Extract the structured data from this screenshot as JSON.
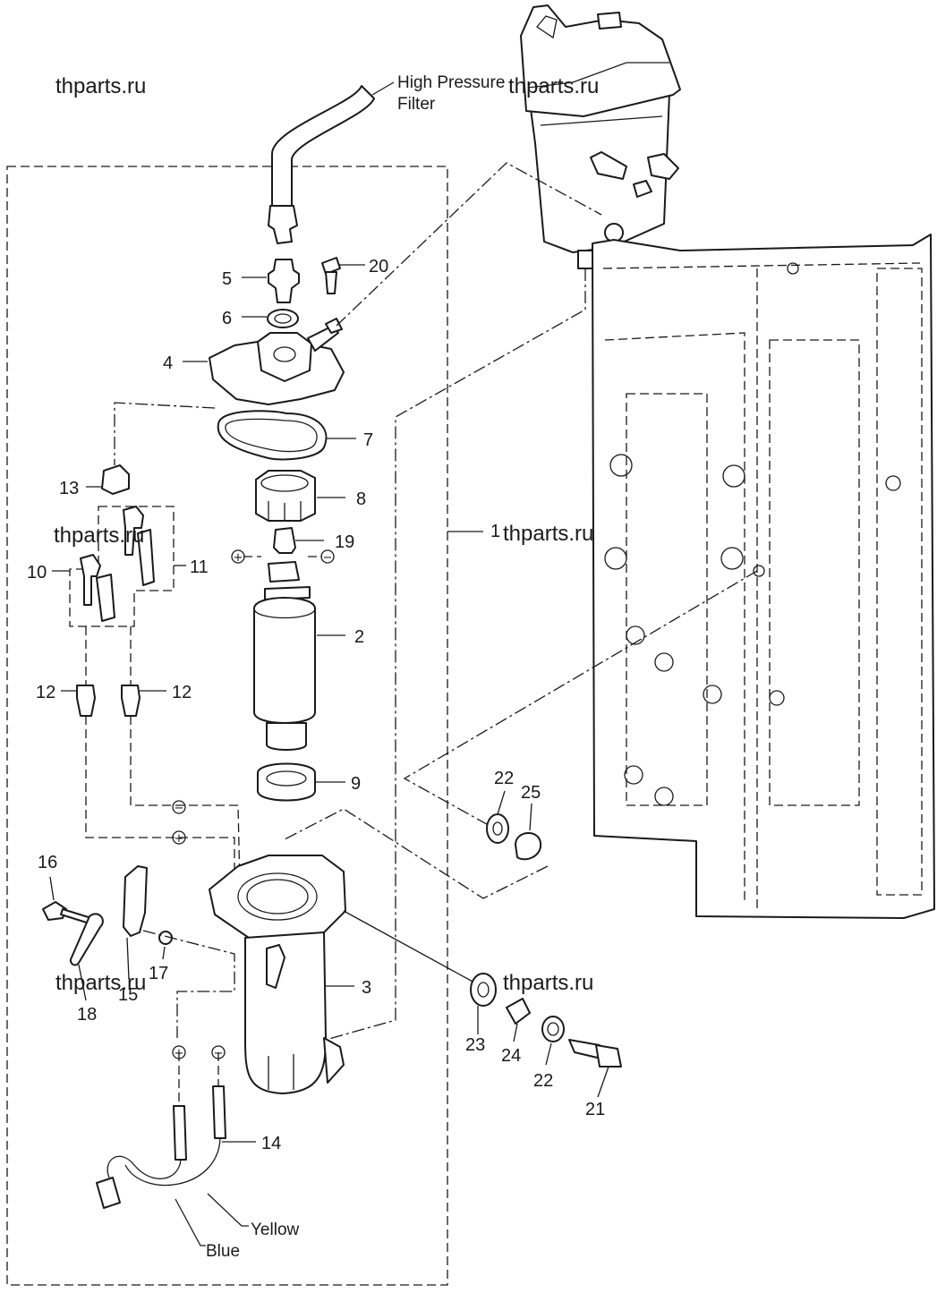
{
  "watermark": "thparts.ru",
  "labels": {
    "high_pressure_line1": "High Pressure",
    "high_pressure_line2": "Filter",
    "yellow": "Yellow",
    "blue": "Blue"
  },
  "symbols": {
    "plus": "+",
    "minus": "−"
  },
  "parts": {
    "p1": "1",
    "p2": "2",
    "p3": "3",
    "p4": "4",
    "p5": "5",
    "p6": "6",
    "p7": "7",
    "p8": "8",
    "p9": "9",
    "p10": "10",
    "p11": "11",
    "p12": "12",
    "p13": "13",
    "p14": "14",
    "p15": "15",
    "p16": "16",
    "p17": "17",
    "p18": "18",
    "p19": "19",
    "p20": "20",
    "p21": "21",
    "p22": "22",
    "p23": "23",
    "p24": "24",
    "p25": "25"
  }
}
